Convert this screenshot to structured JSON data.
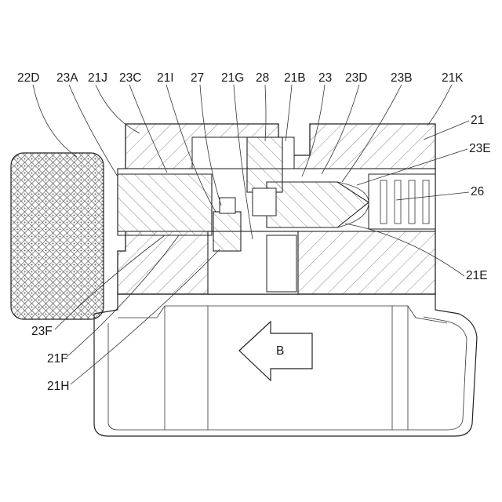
{
  "figure": {
    "labels_top": [
      "22D",
      "23A",
      "21J",
      "23C",
      "21I",
      "27",
      "21G",
      "28",
      "21B",
      "23",
      "23D",
      "23B",
      "21K"
    ],
    "labels_right": [
      "21",
      "23E",
      "26",
      "21E"
    ],
    "labels_left": [
      "23F",
      "21F",
      "21H"
    ],
    "arrow_label": "B"
  }
}
